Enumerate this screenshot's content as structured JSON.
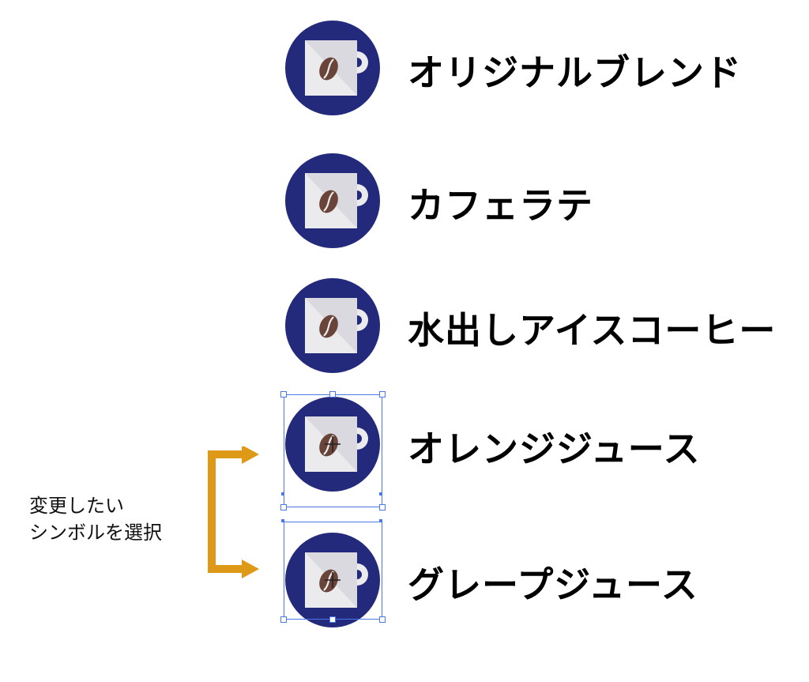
{
  "items": [
    {
      "label": "オリジナルブレンド"
    },
    {
      "label": "カフェラテ"
    },
    {
      "label": "水出しアイスコーヒー"
    },
    {
      "label": "オレンジジュース"
    },
    {
      "label": "グレープジュース"
    }
  ],
  "annotation": {
    "line1": "変更したい",
    "line2": "シンボルを選択"
  },
  "colors": {
    "icon_circle": "#232a7c",
    "cup": "#ebebee",
    "bean": "#6a4439",
    "selection": "#4a78e8",
    "arrow": "#de9a17"
  },
  "icons": [
    "coffee-cup-icon"
  ]
}
